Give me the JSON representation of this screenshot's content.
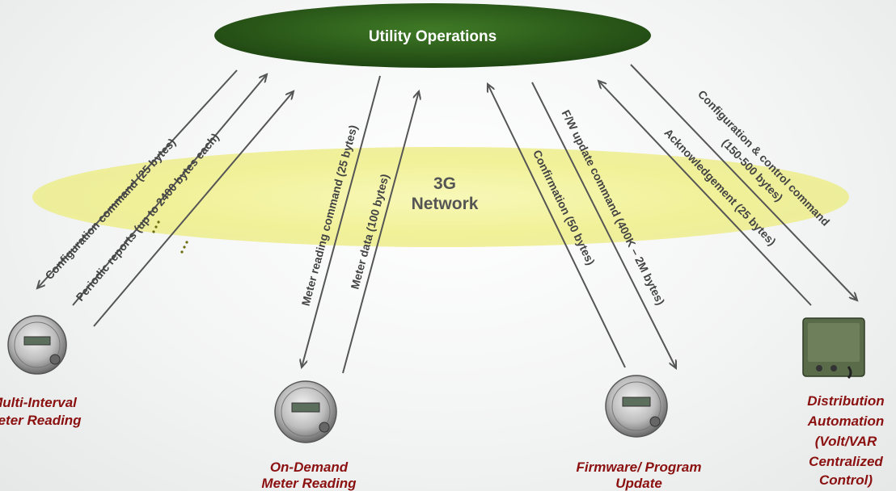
{
  "top_node": {
    "label": "Utility Operations",
    "color": "#2d5a1b"
  },
  "network": {
    "line1": "3G",
    "line2": "Network",
    "color": "#f2f2a0"
  },
  "arrows": [
    {
      "label": "Configuration command (25 bytes)"
    },
    {
      "label": "Periodic reports (up to 2400 bytes each)"
    },
    {
      "label": "Meter reading command (25 bytes)"
    },
    {
      "label": "Meter data (100 bytes)"
    },
    {
      "label": "Confirmation (50 bytes)"
    },
    {
      "label": "F/W update command (400K – 2M bytes)"
    },
    {
      "label": "Acknowledgement (25 bytes)"
    },
    {
      "label_line1": "Configuration & control command",
      "label_line2": "(150-500 bytes)"
    }
  ],
  "devices": [
    {
      "lines": [
        "Multi-Interval",
        "Meter Reading"
      ],
      "icon": "smart-meter-icon"
    },
    {
      "lines": [
        "On-Demand",
        "Meter Reading"
      ],
      "icon": "smart-meter-icon"
    },
    {
      "lines": [
        "Firmware/ Program",
        "Update"
      ],
      "icon": "smart-meter-icon"
    },
    {
      "lines": [
        "Distribution",
        "Automation",
        "(Volt/VAR",
        "Centralized",
        "Control)"
      ],
      "icon": "controller-box-icon"
    }
  ],
  "label_color": "#8b1010"
}
